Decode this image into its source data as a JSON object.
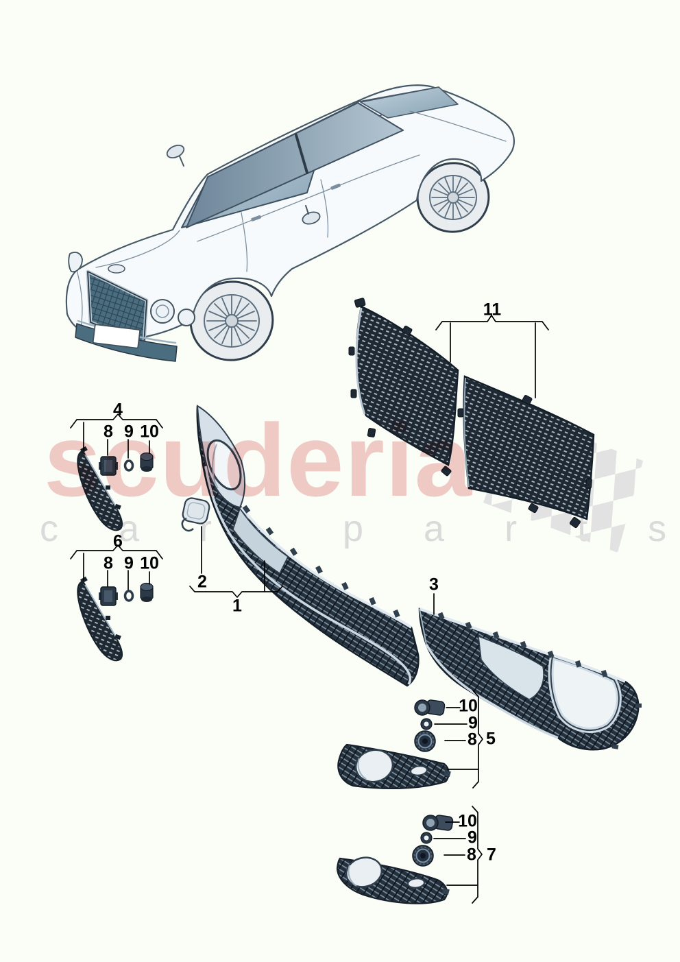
{
  "watermark": {
    "brand": "scuderia",
    "subtitle": "car parts",
    "brand_color": "#ce2a26",
    "subtitle_color": "#dadada"
  },
  "callouts": {
    "c1": "1",
    "c2": "2",
    "c3": "3",
    "c4": "4",
    "c5": "5",
    "c6": "6",
    "c7": "7",
    "c8": "8",
    "c9": "9",
    "c10": "10",
    "c11": "11"
  },
  "colors": {
    "background": "#fbfdf7",
    "line_art": "#1d2935",
    "mesh_dark": "#24303c",
    "chrome": "#cfdbe4",
    "car_accent": "#4a6d80",
    "checker_gray": "#e2e2e2"
  }
}
